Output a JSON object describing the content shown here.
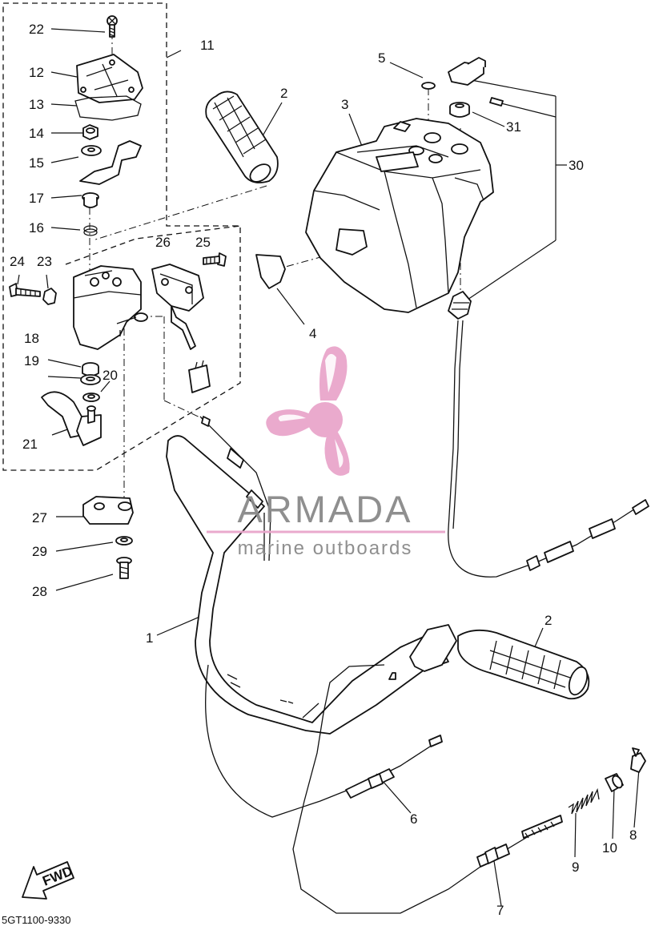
{
  "diagram": {
    "code": "5GT1100-9330",
    "direction_label": "FWD",
    "callouts": [
      "1",
      "2",
      "2",
      "3",
      "4",
      "5",
      "6",
      "7",
      "8",
      "9",
      "10",
      "11",
      "12",
      "13",
      "14",
      "15",
      "16",
      "17",
      "18",
      "19",
      "20",
      "21",
      "22",
      "23",
      "24",
      "25",
      "26",
      "27",
      "28",
      "29",
      "30",
      "31"
    ]
  },
  "watermark": {
    "brand": "ARMADA",
    "tagline": "marine outboards",
    "colors": {
      "logo": "#e9a6cb",
      "text": "#8a8a8a"
    }
  }
}
